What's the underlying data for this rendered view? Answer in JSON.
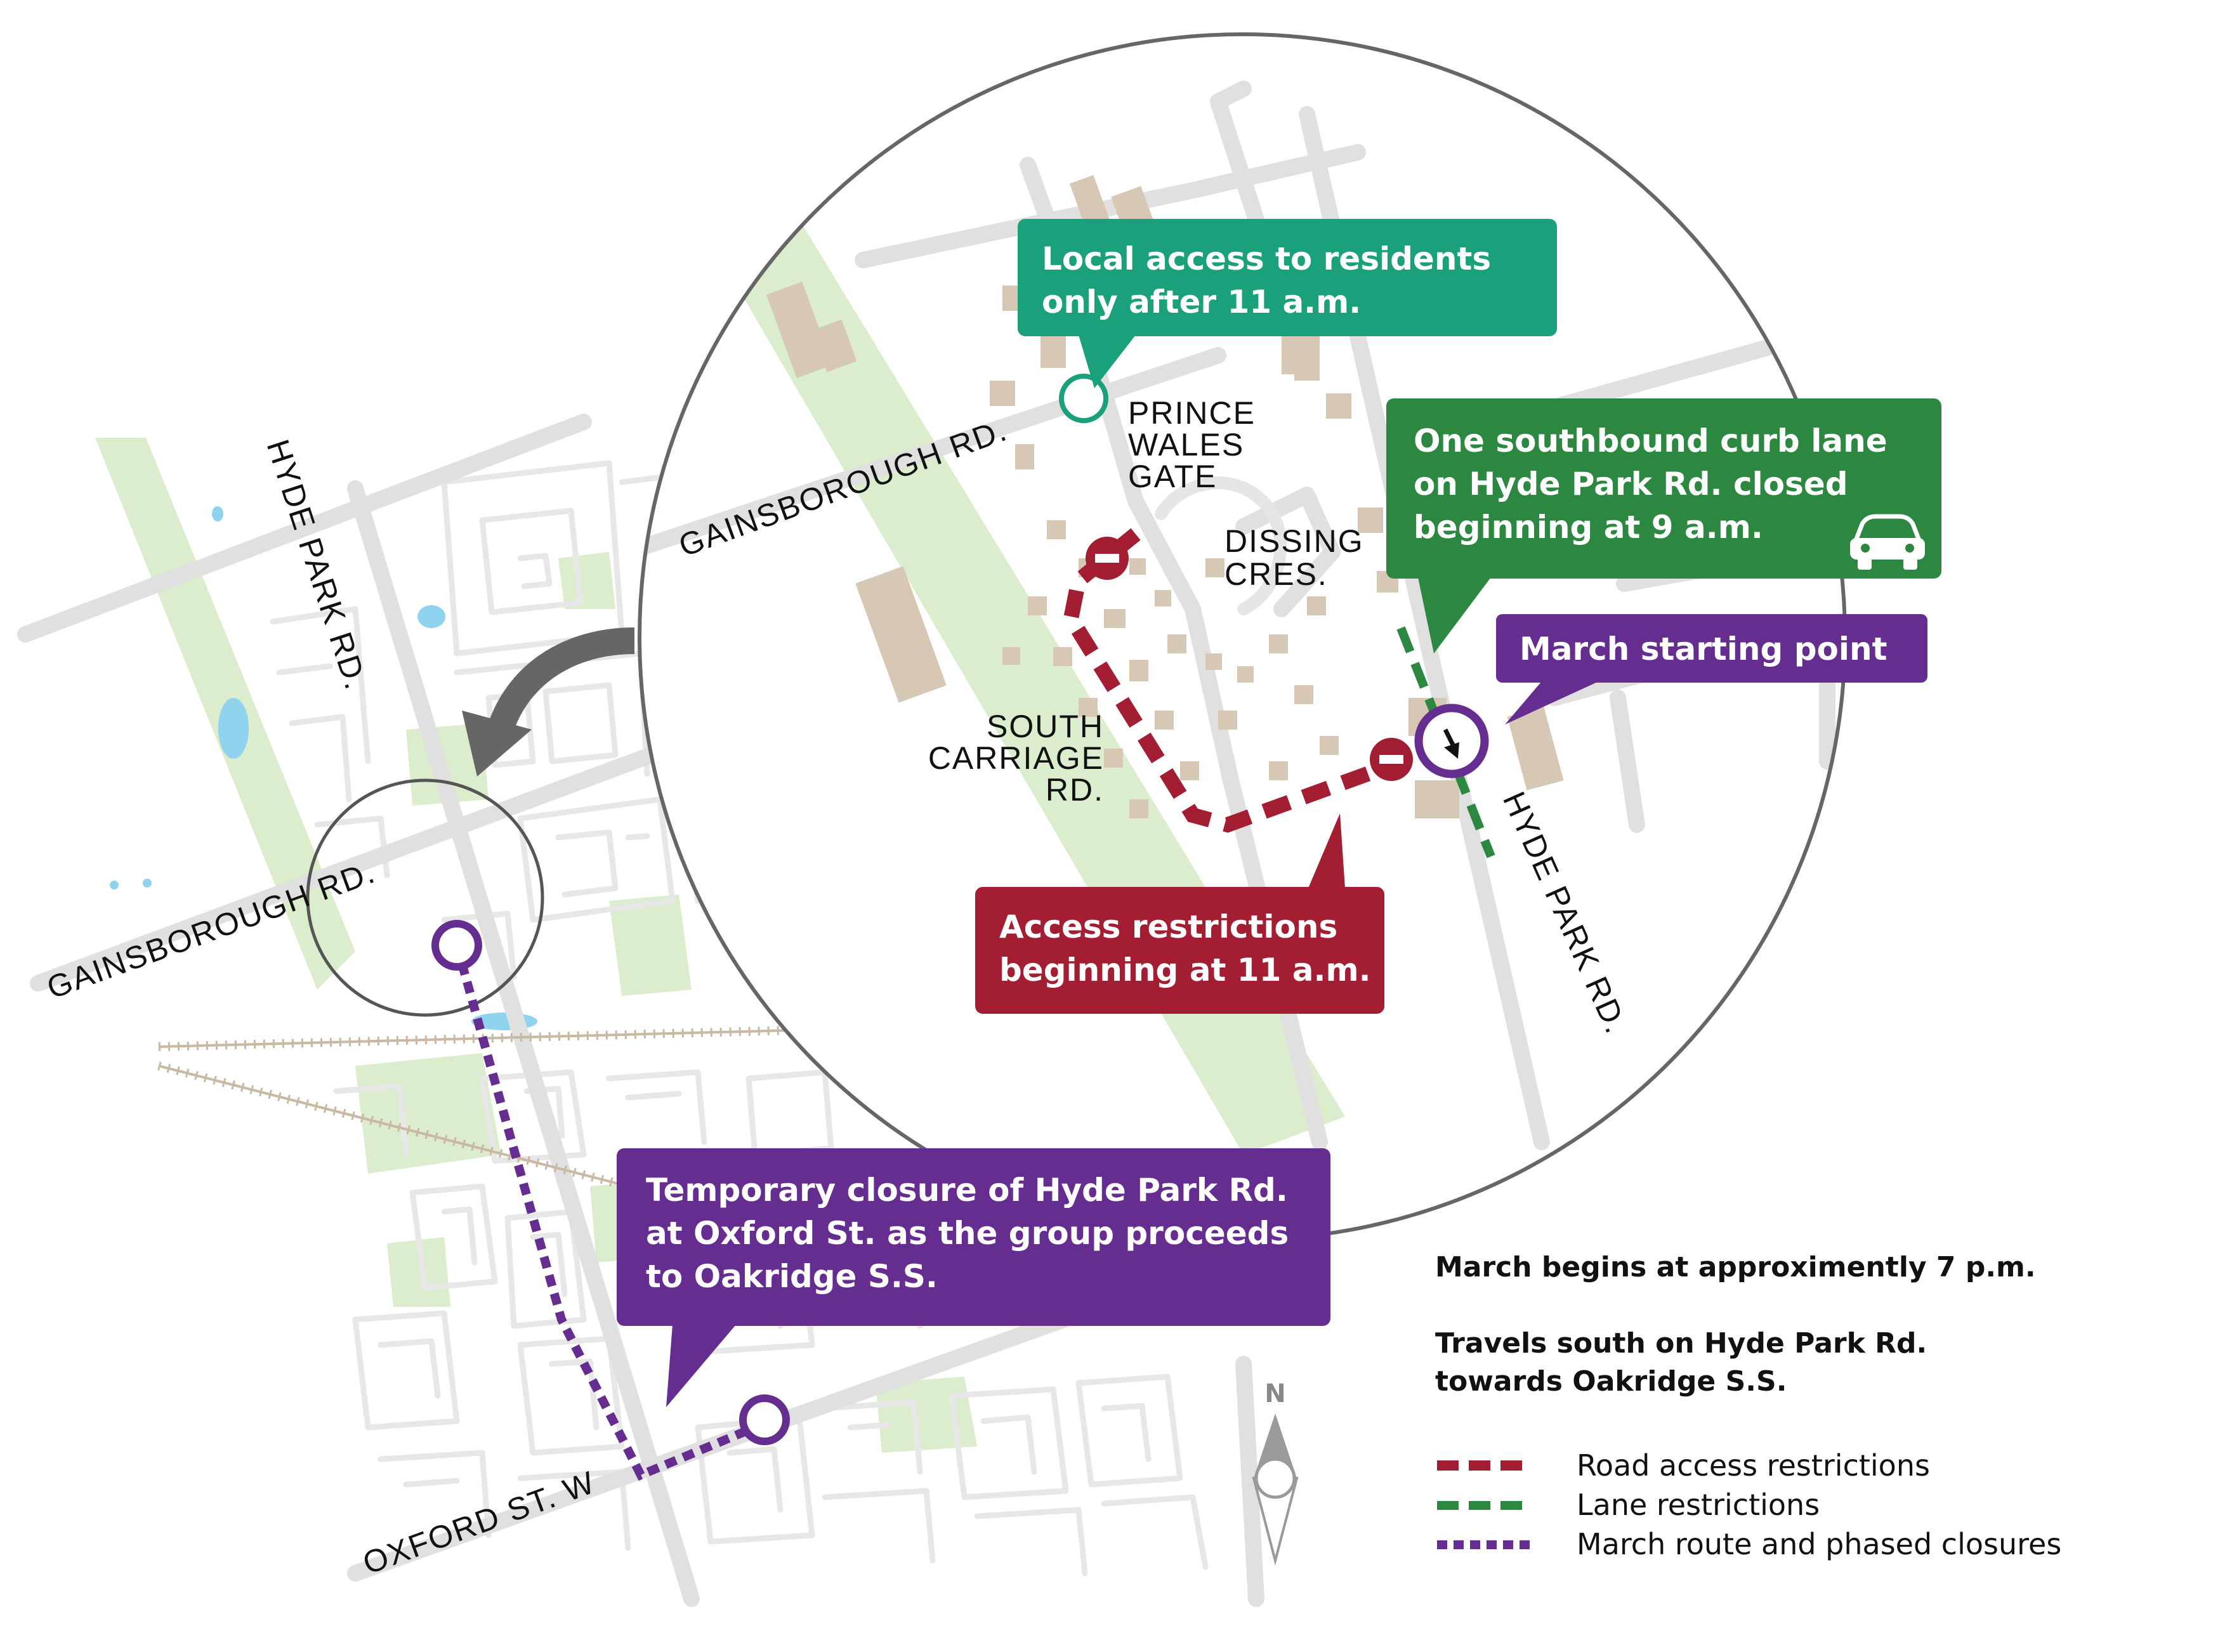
{
  "streets": {
    "hyde_park_main": "HYDE PARK RD.",
    "gainsborough_main": "GAINSBOROUGH RD.",
    "oxford": "OXFORD ST. W",
    "gainsborough_inset": "GAINSBOROUGH RD.",
    "prince_wales_1": "PRINCE",
    "prince_wales_2": "WALES",
    "prince_wales_3": "GATE",
    "dissing_1": "DISSING",
    "dissing_2": "CRES.",
    "south_carriage_1": "SOUTH",
    "south_carriage_2": "CARRIAGE",
    "south_carriage_3": "RD.",
    "hyde_park_inset": "HYDE PARK RD."
  },
  "callouts": {
    "local_access": [
      "Local access to residents",
      "only after 11 a.m."
    ],
    "southbound_lane": [
      "One southbound curb lane",
      "on Hyde Park Rd. closed",
      "beginning at 9 a.m."
    ],
    "march_start": "March starting point",
    "access_restrictions": [
      "Access restrictions",
      "beginning at 11 a.m."
    ],
    "temporary_closure": [
      "Temporary closure of Hyde Park Rd.",
      "at Oxford St. as the group proceeds",
      "to Oakridge S.S."
    ]
  },
  "notes": {
    "line1": "March begins at approximently 7 p.m.",
    "line2": "Travels south on Hyde Park Rd.",
    "line3": "towards Oakridge S.S."
  },
  "legend": {
    "road_access": "Road access restrictions",
    "lane": "Lane restrictions",
    "march_route": "March route and phased closures"
  },
  "compass": {
    "label": "N"
  },
  "colors": {
    "teal": "#1aa07a",
    "green": "#2c8740",
    "purple": "#662d91",
    "red": "#a31e32",
    "road": "#e0e0e0",
    "park": "#d8ebc9",
    "building": "#d6c8b5",
    "water": "#8fd3ee"
  },
  "icons": [
    "car-icon",
    "no-entry-icon",
    "down-arrow-icon",
    "compass-icon",
    "zoom-arrow-icon"
  ]
}
